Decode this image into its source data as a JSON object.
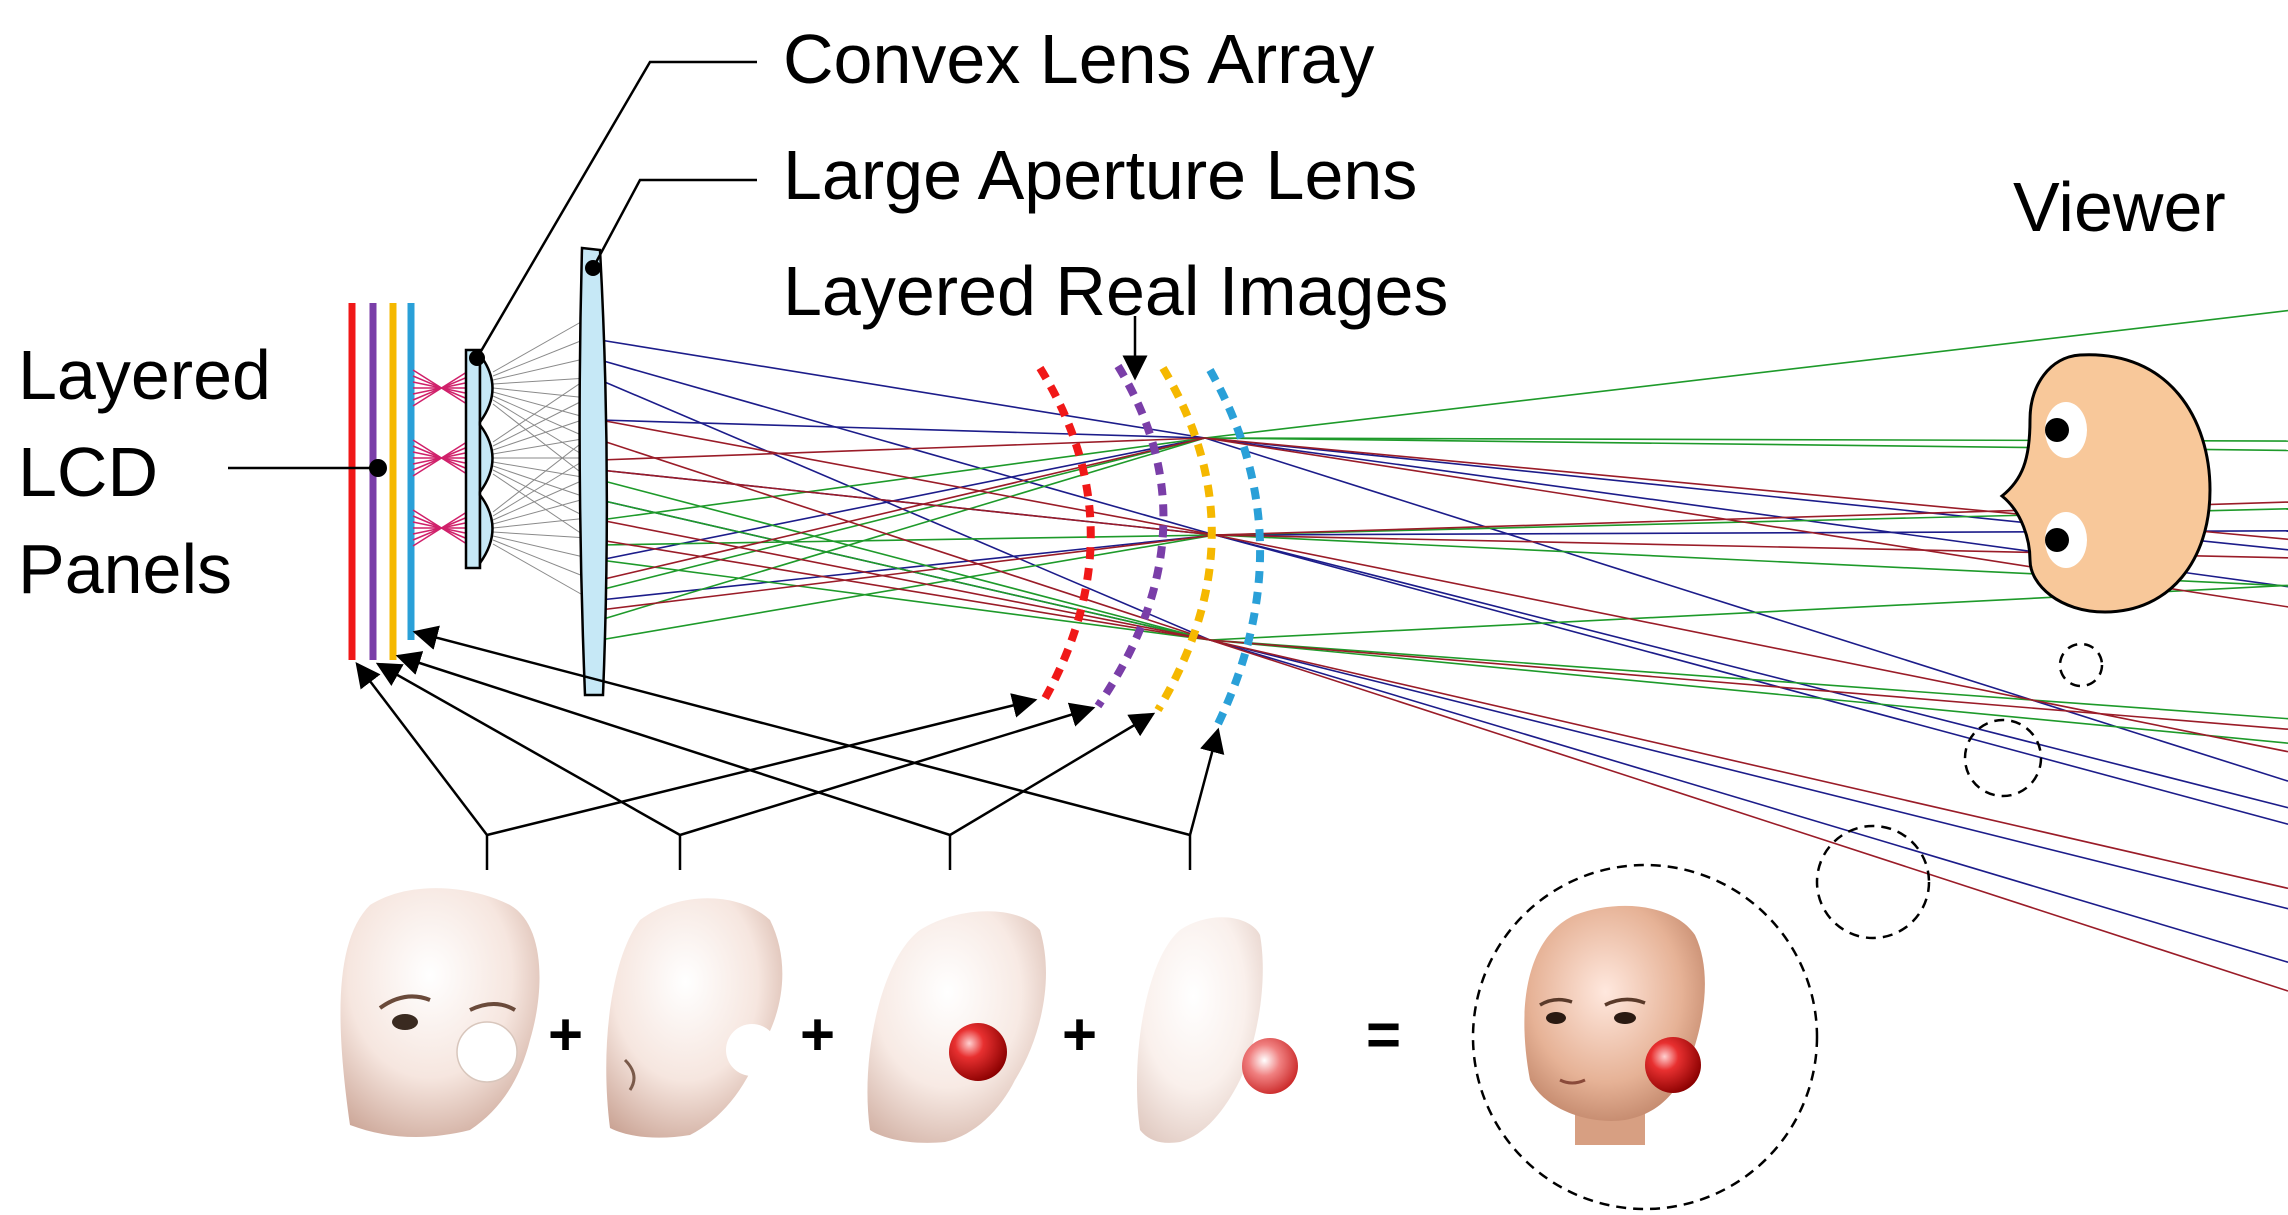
{
  "labels": {
    "convex_lens_array": "Convex Lens Array",
    "large_aperture_lens": "Large Aperture Lens",
    "layered_real_images": "Layered Real Images",
    "viewer": "Viewer",
    "lcd_line1": "Layered",
    "lcd_line2": "LCD",
    "lcd_line3": "Panels"
  },
  "operators": {
    "plus": "+",
    "equals": "="
  },
  "colors": {
    "panel_red": "#f01818",
    "panel_purple": "#7a3ea8",
    "panel_yellow": "#f5b800",
    "panel_blue": "#2aa0d8",
    "lens_fill": "#c6e8f6",
    "ray_blue": "#1c1c8a",
    "ray_green": "#1e9a2a",
    "ray_red": "#9a1c28",
    "ray_gray": "#8a8a8a",
    "ray_pink": "#d0206a",
    "head_fill": "#f8c89a",
    "sphere_red": "#d81818",
    "skin": "#eab89c"
  },
  "icons": {
    "viewer_head": "viewer-head-icon",
    "face_layers": "face-layer-image"
  }
}
